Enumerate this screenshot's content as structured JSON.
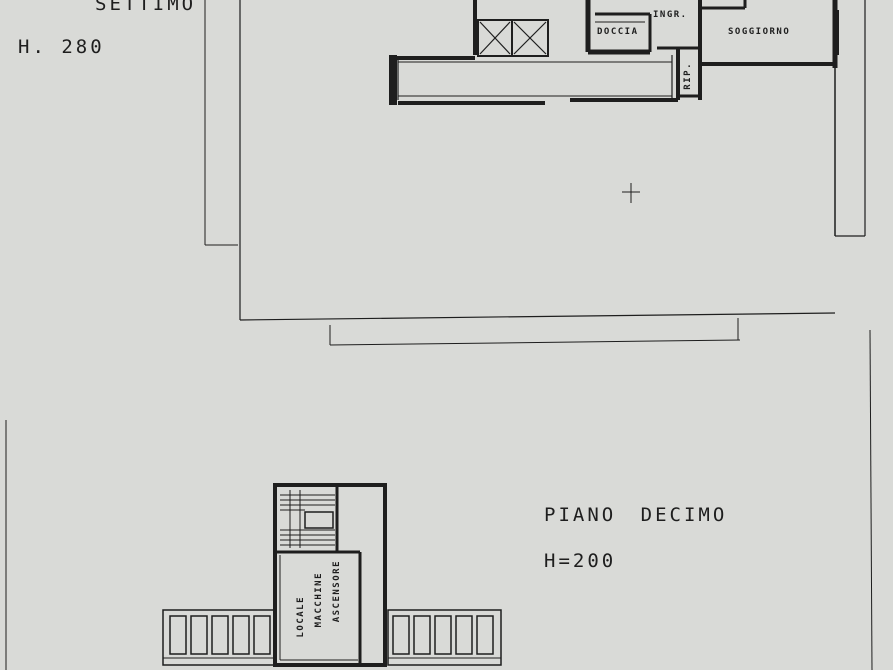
{
  "upper_plan": {
    "floor_title": "SETTIMO",
    "height": "H. 280",
    "rooms": {
      "entry": "INGR.",
      "living": "SOGGIORNO",
      "shower": "DOCCIA",
      "storage": "RIP."
    }
  },
  "lower_plan": {
    "floor_title": "PIANO DECIMO",
    "height": "H=200",
    "machine_room": [
      "LOCALE",
      "MACCHINE",
      "ASCENSORE"
    ]
  },
  "colors": {
    "background": "#d9dad7",
    "line": "#1e1e1e",
    "wall_fill": "#1e1e1e"
  }
}
